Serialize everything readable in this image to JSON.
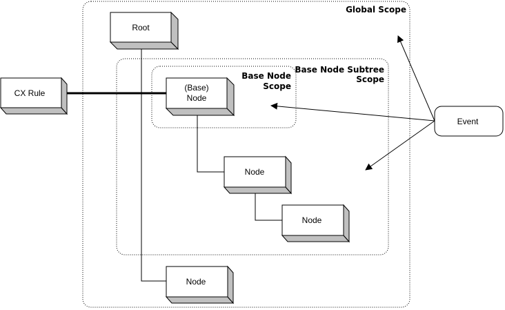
{
  "diagram": {
    "scopes": {
      "global": "Global Scope",
      "subtree_line1": "Base Node Subtree",
      "subtree_line2": "Scope",
      "base_line1": "Base Node",
      "base_line2": "Scope"
    },
    "nodes": {
      "root": "Root",
      "cx_rule": "CX Rule",
      "base_line1": "(Base)",
      "base_line2": "Node",
      "child1": "Node",
      "child2": "Node",
      "child3": "Node",
      "event": "Event"
    },
    "edges": [
      {
        "from": "cx_rule",
        "to": "base",
        "style": "thick"
      },
      {
        "from": "root",
        "to": "child3",
        "style": "tree"
      },
      {
        "from": "base",
        "to": "child1",
        "style": "tree"
      },
      {
        "from": "child1",
        "to": "child2",
        "style": "tree"
      },
      {
        "from": "event",
        "to": "global-scope",
        "style": "arrow"
      },
      {
        "from": "event",
        "to": "base-node-scope",
        "style": "arrow"
      },
      {
        "from": "event",
        "to": "subtree-scope",
        "style": "arrow"
      }
    ]
  }
}
